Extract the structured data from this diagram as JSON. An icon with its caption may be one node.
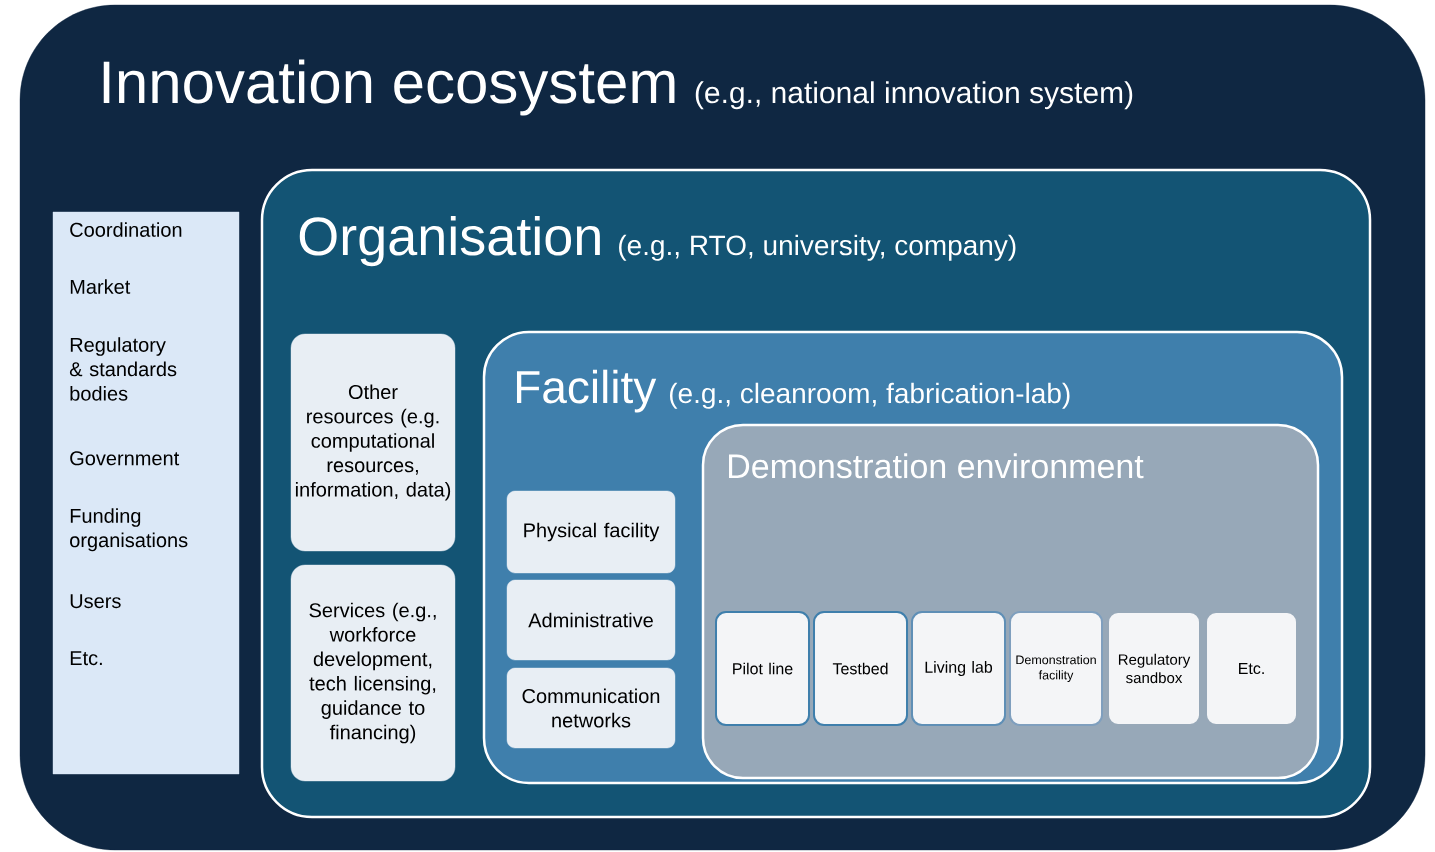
{
  "diagram": {
    "nodes": [
      {
        "text": [
          "Innovation ecosystem",
          "(e.g., national innovation system)"
        ]
      },
      {
        "text": [
          "Coordination",
          "Market",
          "Regulatory & standards bodies",
          "Government",
          "Funding organisations",
          "Users",
          "Etc."
        ],
        "in": 0
      },
      {
        "text": [
          "Organisation",
          "(e.g., RTO, university, company)"
        ],
        "in": 0
      },
      {
        "text": [
          "Other resources (e.g. computational resources, information, data)"
        ],
        "in": 2
      },
      {
        "text": [
          "Services (e.g., workforce development, tech licensing, guidance to financing)"
        ],
        "in": 2
      },
      {
        "text": [
          "Facility",
          "(e.g., cleanroom, fabrication-lab)"
        ],
        "in": 2
      },
      {
        "text": [
          "Physical facility"
        ],
        "in": 5
      },
      {
        "text": [
          "Administrative"
        ],
        "in": 5
      },
      {
        "text": [
          "Communication networks"
        ],
        "in": 5
      },
      {
        "text": [
          "Demonstration environment"
        ],
        "in": 5
      },
      {
        "text": [
          "Pilot line"
        ],
        "in": 9
      },
      {
        "text": [
          "Testbed"
        ],
        "in": 9
      },
      {
        "text": [
          "Living lab"
        ],
        "in": 9
      },
      {
        "text": [
          "Demonstration facility"
        ],
        "in": 9
      },
      {
        "text": [
          "Regulatory sandbox"
        ],
        "in": 9
      },
      {
        "text": [
          "Etc."
        ],
        "in": 9
      }
    ]
  }
}
